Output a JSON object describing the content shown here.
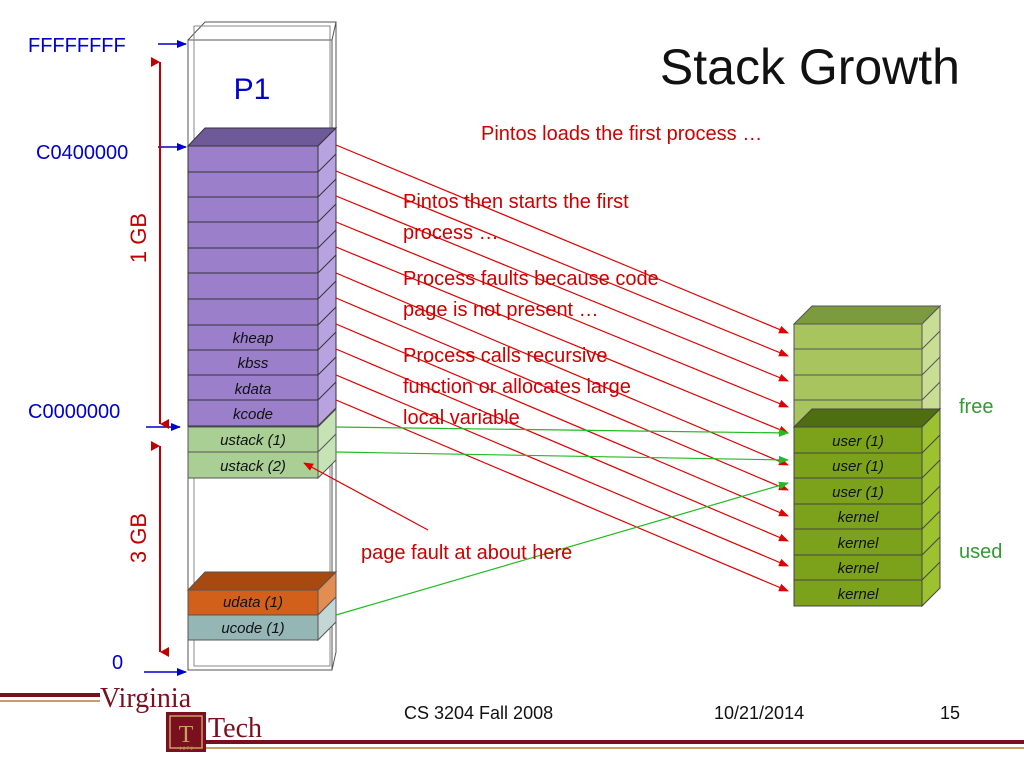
{
  "title": "Stack Growth",
  "process_label": "P1",
  "addresses": [
    "FFFFFFFF",
    "C0400000",
    "C0000000",
    "0"
  ],
  "size_labels": {
    "upper": "1 GB",
    "lower": "3 GB"
  },
  "vm_segments": [
    "kheap",
    "kbss",
    "kdata",
    "kcode",
    "ustack (1)",
    "ustack (2)",
    "udata (1)",
    "ucode (1)"
  ],
  "frames_used": [
    "user (1)",
    "user (1)",
    "user (1)",
    "kernel",
    "kernel",
    "kernel",
    "kernel"
  ],
  "pool_labels": {
    "free": "free",
    "used": "used"
  },
  "narrative": [
    "Pintos loads the first process …",
    "Pintos then starts the first",
    "process …",
    "Process faults because code",
    "page is not present …",
    "Process calls recursive",
    "function or allocates large",
    "local variable"
  ],
  "page_fault_note": "page fault at about here",
  "footer": {
    "course": "CS 3204 Fall 2008",
    "date": "10/21/2014",
    "page": "15",
    "logo_line1": "Virginia",
    "logo_line2": "Tech",
    "logo_year": "1 8 7 2"
  },
  "colors": {
    "kernel_pages": "#9b7fcb",
    "user_stack": "#a9cf95",
    "udata": "#d2601a",
    "ucode": "#94b6b5",
    "free_frames": "#a8c45e",
    "used_frames": "#7ba21a",
    "size_red": "#c00000",
    "address_blue": "#0000cc",
    "arrow_red": "#e00000",
    "arrow_green": "#22bb22",
    "maroon": "#7a0f1e"
  }
}
